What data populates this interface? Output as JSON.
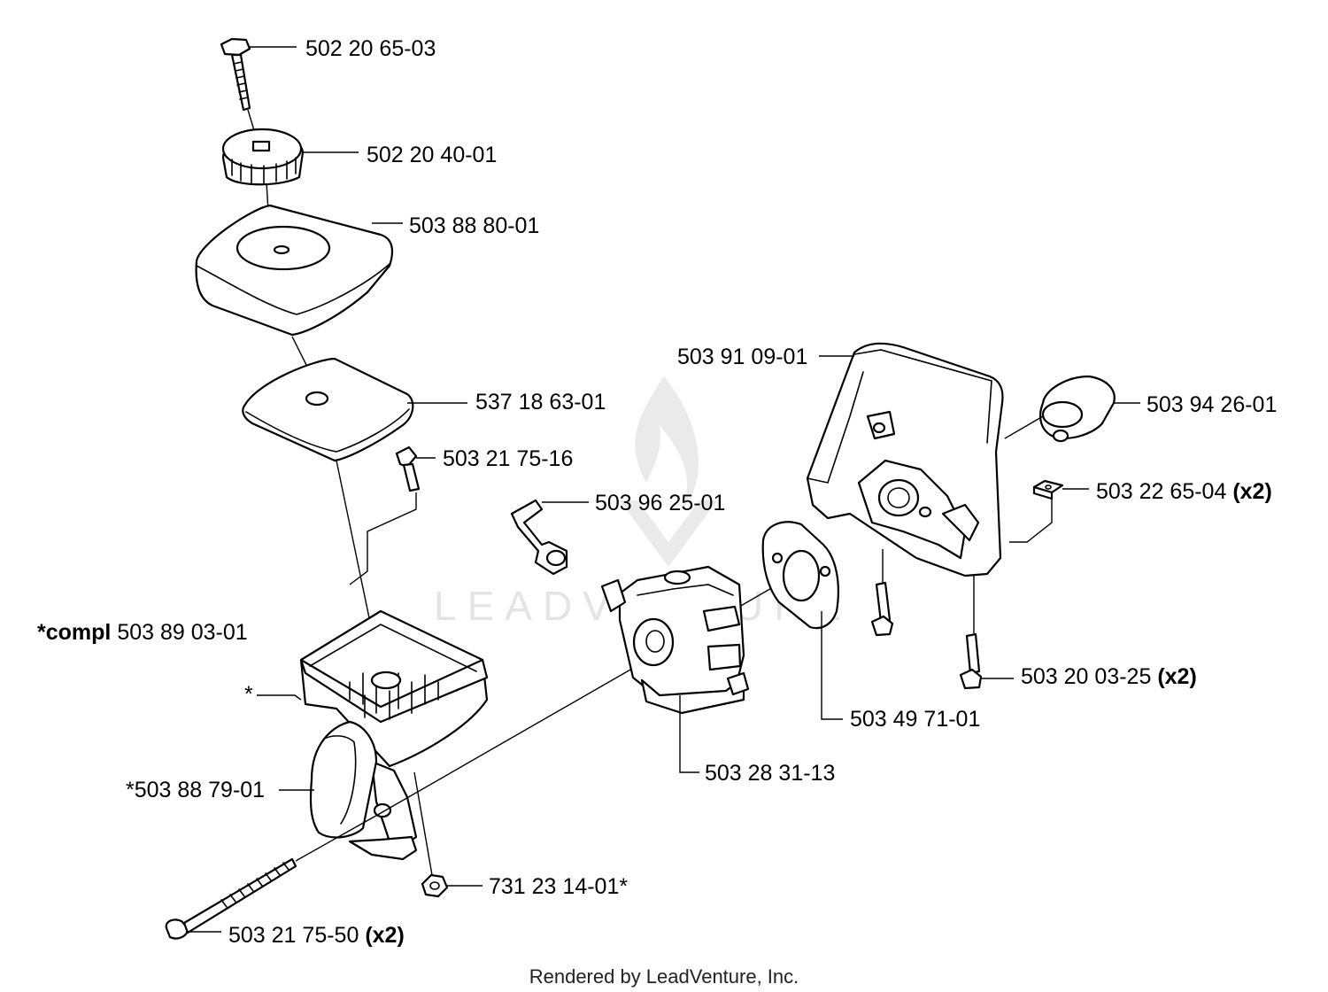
{
  "watermark": {
    "text": "LEADVENTURE"
  },
  "footer": "Rendered by LeadVenture, Inc.",
  "callouts": {
    "p1": {
      "part": "502 20 65-03",
      "qty": ""
    },
    "p2": {
      "part": "502 20 40-01",
      "qty": ""
    },
    "p3": {
      "part": "503 88 80-01",
      "qty": ""
    },
    "p4": {
      "part": "537 18 63-01",
      "qty": ""
    },
    "p5": {
      "part": "503 21 75-16",
      "qty": ""
    },
    "p6": {
      "part": "503 96 25-01",
      "qty": ""
    },
    "p7": {
      "prefix": "*compl",
      "part": "503 89 03-01"
    },
    "p8": {
      "part": "*"
    },
    "p9": {
      "part": "*503 88 79-01"
    },
    "p10": {
      "part": "731 23 14-01*"
    },
    "p11": {
      "part": "503 21 75-50",
      "qty": "(x2)"
    },
    "p12": {
      "part": "503 28 31-13"
    },
    "p13": {
      "part": "503 49 71-01"
    },
    "p14": {
      "part": "503 20 03-25",
      "qty": "(x2)"
    },
    "p15": {
      "part": "503 91 09-01"
    },
    "p16": {
      "part": "503 94 26-01"
    },
    "p17": {
      "part": "503 22 65-04",
      "qty": "(x2)"
    }
  }
}
